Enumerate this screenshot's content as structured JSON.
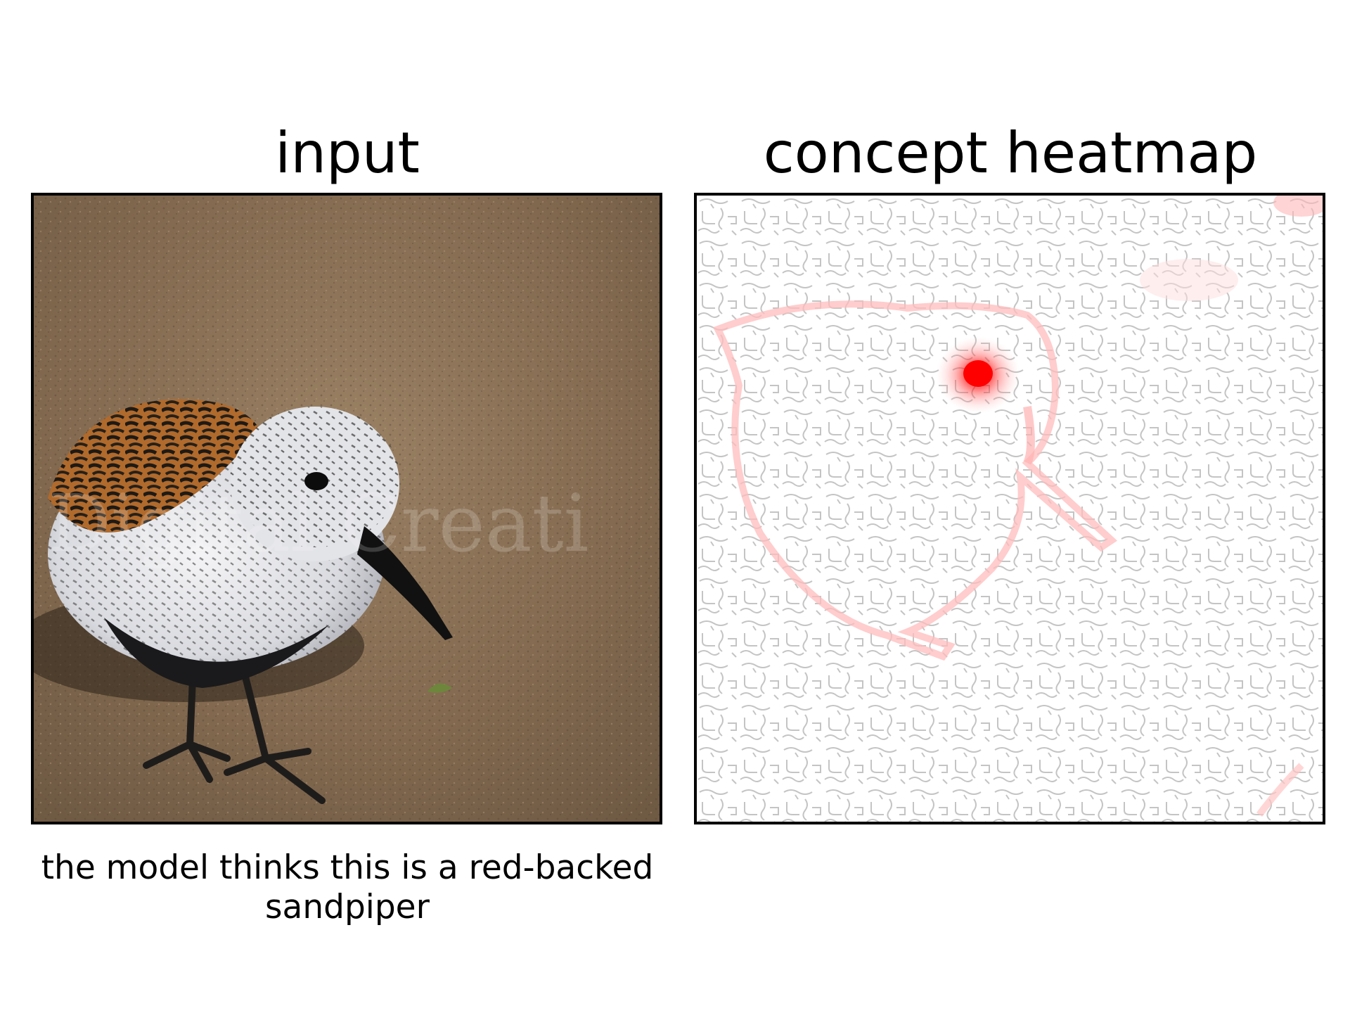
{
  "panels": {
    "input_title": "input",
    "heatmap_title": "concept heatmap"
  },
  "caption": "the model thinks this is a red-backed sandpiper",
  "input_image": {
    "subject": "sandpiper bird on sand",
    "watermark_text": "Digital Creati"
  },
  "colors": {
    "frame_border": "#000000",
    "heatmap_hotspot": "#ff0000",
    "heatmap_edges": "#bdbdbd",
    "sand": "#8a7358"
  },
  "icons": {
    "bird": "sandpiper-photo",
    "heatmap": "edge-heatmap"
  }
}
